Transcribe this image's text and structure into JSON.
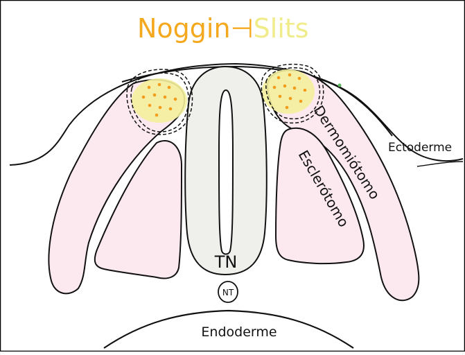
{
  "title": {
    "part1": "Noggin",
    "connector": "⊣",
    "part2": "Slits",
    "color1": "#f4a81d",
    "color2": "#f0ec8a"
  },
  "labels": {
    "dermomiotomo": "Dermomiótomo",
    "esclerotomo": "Esclerótomo",
    "ectoderme": "Ectoderme",
    "endoderme": "Endoderme",
    "tn": "TN",
    "nt": "NT"
  },
  "colors": {
    "somite_fill": "#fce8ef",
    "tube_fill": "#efefeb",
    "signal_fill": "#f3ef9c",
    "dot_color": "#f39c1b",
    "outline": "#111111"
  }
}
